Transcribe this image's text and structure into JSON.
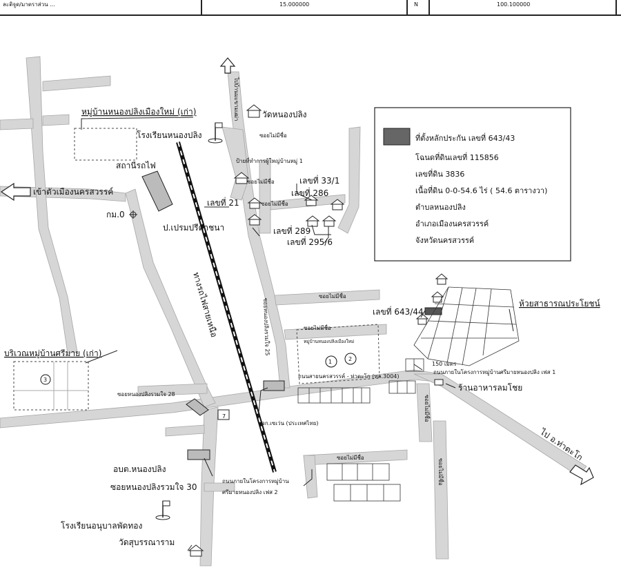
{
  "header": {
    "cell1": "ละติจูด/มาตราส่วน ...",
    "cell2": "15.000000",
    "cell3": "N",
    "cell4": "100.100000"
  },
  "legend": {
    "lines": [
      "ที่ตั้งหลักประกัน เลขที่ 643/43",
      "โฉนดที่ดินเลขที่ 115856",
      "เลขที่ดิน 3836",
      "เนื้อที่ดิน  0-0-54.6 ไร่ ( 54.6 ตารางวา)",
      "ตำบลหนองปลิง",
      "อำเภอเมืองนครสวรรค์",
      "จังหวัดนครสวรรค์"
    ]
  },
  "labels": {
    "village_old": "หมู่บ้านหนองปลิงเมืองใหม่ (เก่า)",
    "school": "โรงเรียนหนองปลิง",
    "temple_nongpling": "วัดหนองปลิง",
    "railway_station": "สถานีรถไฟ",
    "to_city": "เข้าตัวเมืองนครสวรรค์",
    "km0": "กม.0",
    "prem_school": "ป.เปรมปรีดาชนา",
    "village_office": "ป้ายที่ทำการผู้ใหญ่บ้านหมู่ 1",
    "soi_unnamed": "ซอยไม่มีชื่อ",
    "no21": "เลขที่ 21",
    "no33": "เลขที่ 33/1",
    "no286": "เลขที่ 286",
    "no289": "เลขที่ 289",
    "no2956": "เลขที่ 295/6",
    "north": "ไปบ้านมะขามเฒ่า",
    "railway": "ทางรถไฟสายเหนือ",
    "soi25": "ซอยหนองปลิงรวมใจ 25",
    "sriman_area": "บริเวณหมู่บ้านศรีมาย (เก่า)",
    "no64344": "เลขที่ 643/44",
    "public_utility": "ห้วยสาธารณประโยชน์",
    "m150": "150 เมตร",
    "phase1_road": "ถนนภายในโครงการหมู่บ้านศรีมายหนองปลิง เฟส 1",
    "main_road": "ถนนสายนครสวรรค์ - ท่าตะโก (ทล.3004)",
    "restaurant": "ร้านอาหารลมโชย",
    "soi28": "ซอยหนองปลิงรวมใจ 28",
    "seven_eleven": "บจก.เซเว่น (ประเทศไทย)",
    "tambon_office": "อบต.หนองปลิง",
    "soi30": "ซอยหนองปลิงรวมใจ 30",
    "phase2_road_a": "ถนนภายในโครงการหมู่บ้าน",
    "phase2_road_b": "ศรีมายหนองปลิง เฟส 2",
    "kindergarten": "โรงเรียนอนุบาลพัดทอง",
    "temple_suban": "วัดสุบรรณาราม",
    "to_thatako": "ไป อ.ท่าตะโก",
    "village_new": "หมู่บ้านหนองปลิงเมืองใหม่",
    "num1": "1",
    "num2": "2",
    "num3": "3",
    "sign7": "7"
  }
}
